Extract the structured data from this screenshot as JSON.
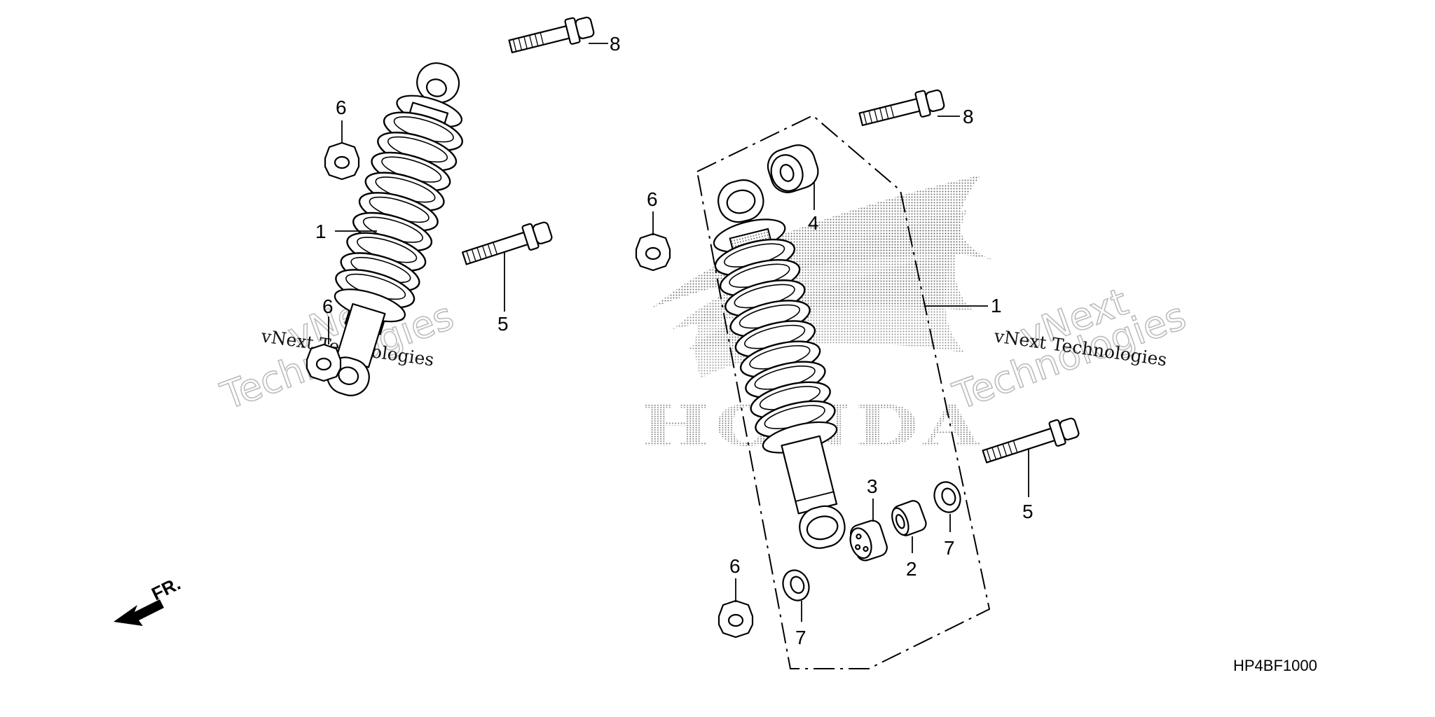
{
  "diagram": {
    "image_code": "HP4BF1000",
    "direction_label": "FR.",
    "brand_mark": "HONDA",
    "watermark": {
      "big": [
        "vNext",
        "Technologies"
      ],
      "small": "vNext Technologies"
    },
    "callouts": {
      "left_shock": "1",
      "left_nut_top": "6",
      "left_nut_bottom": "6",
      "left_bolt_top": "8",
      "left_bolt_bottom": "5",
      "right_shock": "1",
      "right_nut_top": "6",
      "right_nut_bottom": "6",
      "right_bolt_top": "8",
      "right_bolt_bottom": "5",
      "bushing_upper": "4",
      "bushing_lower": "3",
      "collar": "2",
      "seal_right": "7",
      "seal_left": "7"
    }
  }
}
